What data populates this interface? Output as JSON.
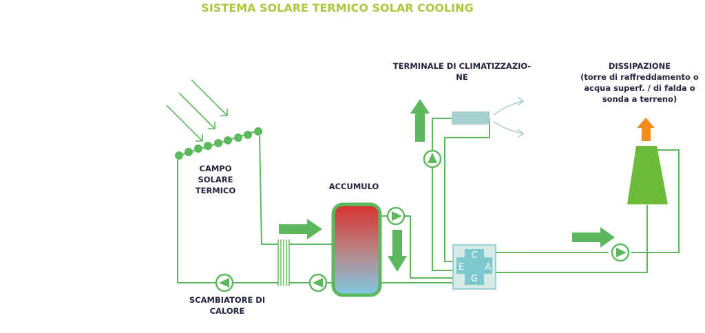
{
  "title": "SISTEMA SOLARE TERMICO SOLAR COOLING",
  "labels": {
    "campo": [
      "CAMPO",
      "SOLARE",
      "TERMICO"
    ],
    "accumulo": "ACCUMULO",
    "scambiatore": [
      "SCAMBIATORE  DI",
      "CALORE"
    ],
    "terminale": [
      "TERMINALE DI CLIMATIZZAZIO-",
      "NE"
    ],
    "dissipazione": [
      "DISSIPAZIONE",
      "(torre di raffreddamento  o",
      "acqua superf. / di falda o",
      "sonda a terreno)"
    ]
  },
  "machine_letters": [
    "C",
    "E",
    "A",
    "G"
  ],
  "colors": {
    "title": "#a9c93d",
    "pipe": "#5cb85c",
    "label": "#22253f",
    "tank_hot": "#d9302e",
    "tank_cold": "#7ec8e3",
    "orange_arrow": "#f28c1c",
    "machine": "#7ec8cf",
    "fan_coil": "#a8cfcf"
  }
}
